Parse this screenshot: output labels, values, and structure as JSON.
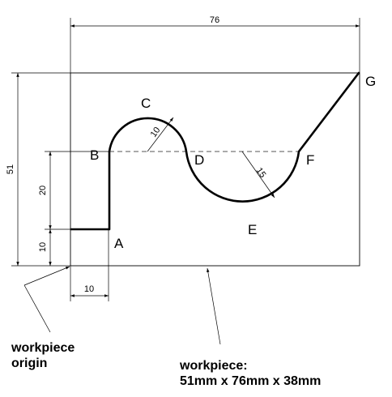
{
  "dimensions": {
    "width": "76",
    "height": "51",
    "b_height": "20",
    "a_height": "10",
    "a_offset": "10",
    "radius_c": "10",
    "radius_e": "15"
  },
  "points": [
    "A",
    "B",
    "C",
    "D",
    "E",
    "F",
    "G"
  ],
  "labels": {
    "origin_line1": "workpiece",
    "origin_line2": "origin",
    "workpiece_line1": "workpiece:",
    "workpiece_line2": "51mm x 76mm x 38mm"
  }
}
